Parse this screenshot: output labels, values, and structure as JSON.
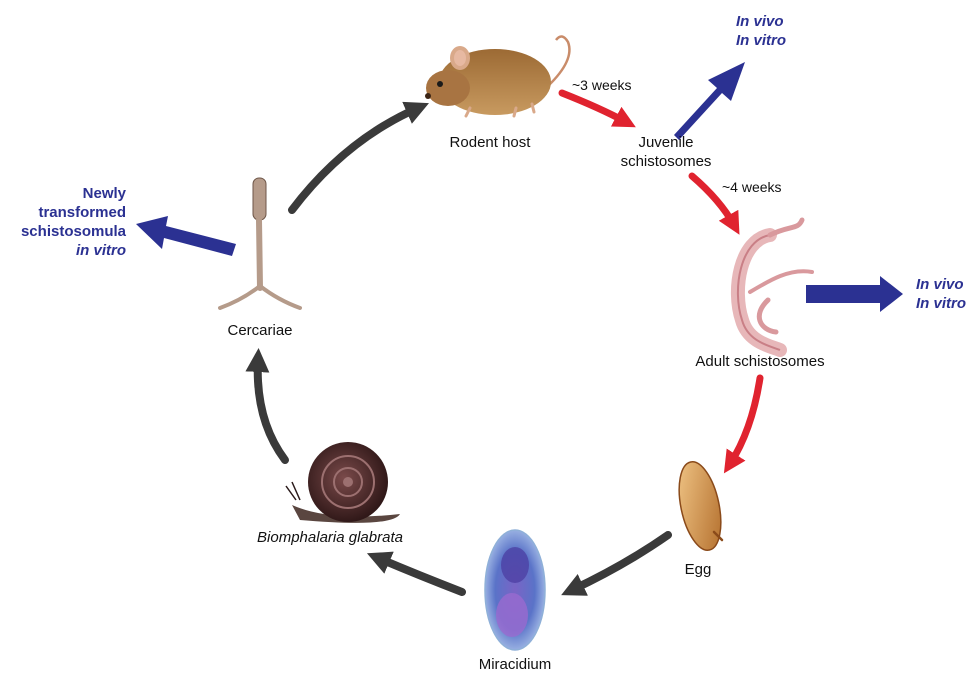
{
  "stages": {
    "rodent": "Rodent host",
    "juvenile_line1": "Juvenile",
    "juvenile_line2": "schistosomes",
    "adult": "Adult schistosomes",
    "egg": "Egg",
    "miracidium": "Miracidium",
    "snail": "Biomphalaria glabrata",
    "cercariae": "Cercariae"
  },
  "durations": {
    "rodent_to_juvenile": "~3 weeks",
    "juvenile_to_adult": "~4 weeks"
  },
  "outputs": {
    "juvenile": {
      "line1": "In vivo",
      "line2": "In vitro"
    },
    "adult": {
      "line1": "In vivo",
      "line2": "In vitro"
    },
    "cercariae": {
      "line1": "Newly",
      "line2": "transformed",
      "line3": "schistosomula",
      "line4": "in vitro"
    }
  },
  "colors": {
    "host_arrow": "#e0232f",
    "env_arrow": "#3a3a3a",
    "output_arrow": "#2b3192",
    "output_text": "#2b3192"
  }
}
